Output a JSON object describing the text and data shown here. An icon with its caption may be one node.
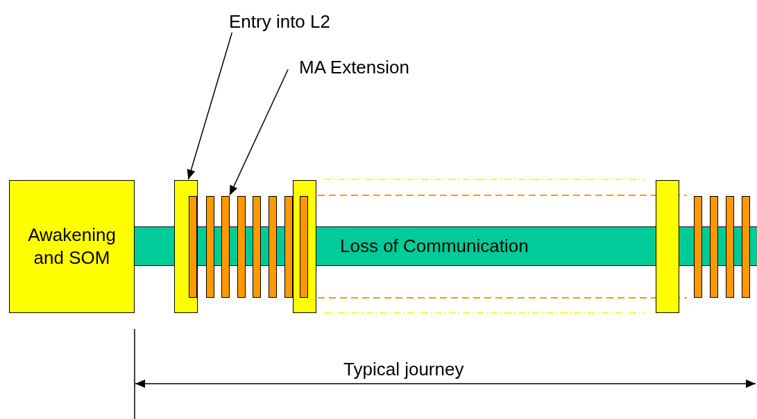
{
  "diagram": {
    "nodes": [
      {
        "text": [
          "Entry into L2"
        ]
      },
      {
        "text": [
          "MA Extension"
        ]
      },
      {
        "text": [
          "Awakening and SOM"
        ]
      },
      {
        "text": [],
        "shape": "bar"
      },
      {
        "text": [],
        "shape": "bar",
        "in": 3
      },
      {
        "text": [],
        "shape": "bar"
      },
      {
        "text": [],
        "shape": "bar"
      },
      {
        "text": [],
        "shape": "bar"
      },
      {
        "text": [],
        "shape": "bar"
      },
      {
        "text": [],
        "shape": "bar"
      },
      {
        "text": [],
        "shape": "bar"
      },
      {
        "text": [],
        "shape": "bar"
      },
      {
        "text": [],
        "shape": "bar",
        "in": 11
      },
      {
        "text": [],
        "shape": "bar"
      },
      {
        "text": [],
        "shape": "bar"
      },
      {
        "text": [],
        "shape": "bar"
      },
      {
        "text": [],
        "shape": "bar"
      },
      {
        "text": [],
        "shape": "bar"
      },
      {
        "text": [
          "Loss of Communication"
        ]
      }
    ],
    "edges": [
      {
        "from": 0,
        "to": 3,
        "arrow": "to"
      },
      {
        "from": 1,
        "to": 6,
        "arrow": "to"
      }
    ],
    "labels": [
      "Typical journey"
    ]
  }
}
